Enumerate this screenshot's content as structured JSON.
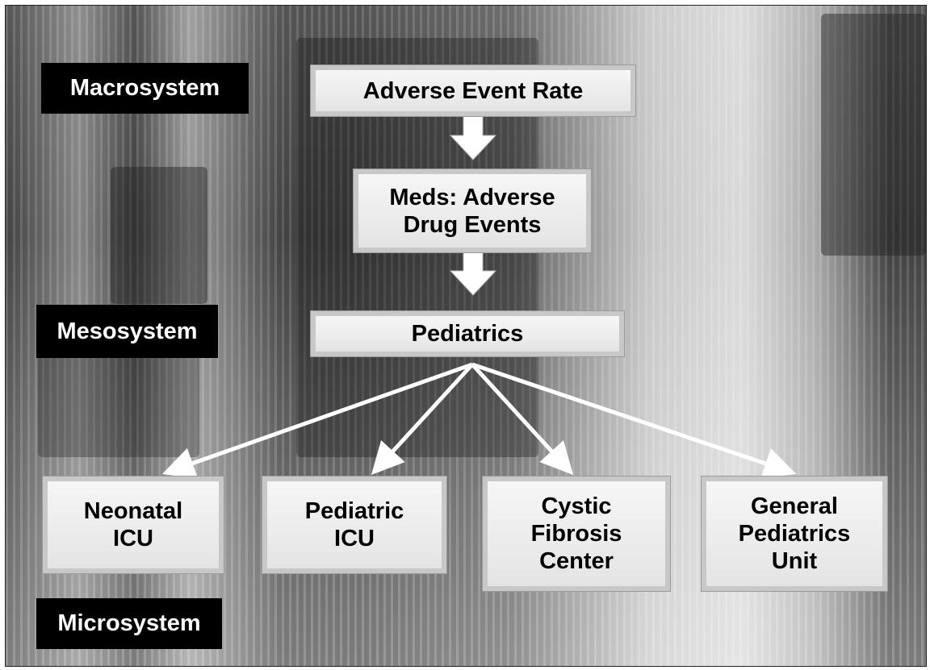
{
  "levels": {
    "macro": "Macrosystem",
    "meso": "Mesosystem",
    "micro": "Microsystem"
  },
  "nodes": {
    "adverse_event_rate": "Adverse Event Rate",
    "meds_ade": "Meds: Adverse\nDrug Events",
    "pediatrics": "Pediatrics",
    "neonatal_icu": "Neonatal\nICU",
    "pediatric_icu": "Pediatric\nICU",
    "cystic_fibrosis_center": "Cystic\nFibrosis\nCenter",
    "general_pediatrics_unit": "General\nPediatrics\nUnit"
  },
  "colors": {
    "label_bg": "#000000",
    "label_text": "#ffffff",
    "node_bg": "#eeeeee",
    "arrow": "#ffffff"
  }
}
